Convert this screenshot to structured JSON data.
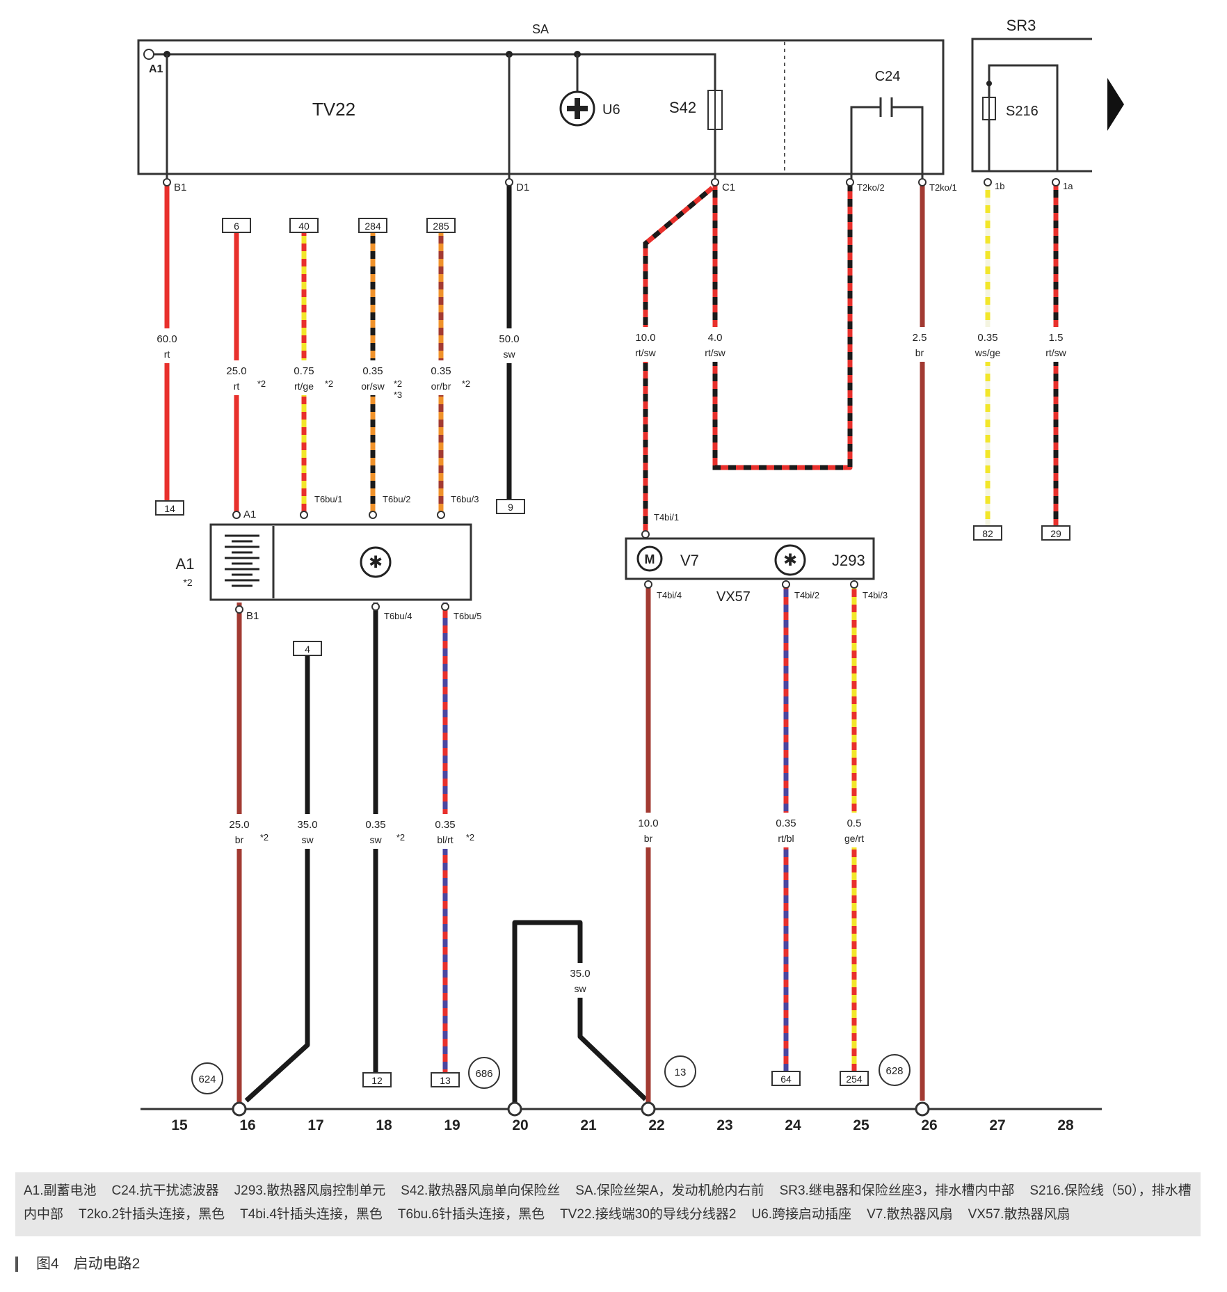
{
  "blocks": {
    "sa": "SA",
    "sr3": "SR3",
    "tv22": "TV22",
    "u6": "U6",
    "s42": "S42",
    "c24": "C24",
    "s216": "S216",
    "a1_corner": "A1",
    "a1_component": "A1",
    "a1_note": "*2",
    "v7": "V7",
    "j293": "J293",
    "vx57": "VX57"
  },
  "pins": {
    "b1_top": "B1",
    "d1": "D1",
    "c1": "C1",
    "t2ko2": "T2ko/2",
    "t2ko1": "T2ko/1",
    "p1b": "1b",
    "p1a": "1a",
    "a1_pin": "A1",
    "b1_pin": "B1",
    "t6bu1": "T6bu/1",
    "t6bu2": "T6bu/2",
    "t6bu3": "T6bu/3",
    "t6bu4": "T6bu/4",
    "t6bu5": "T6bu/5",
    "t4bi1": "T4bi/1",
    "t4bi4": "T4bi/4",
    "t4bi2": "T4bi/2",
    "t4bi3": "T4bi/3"
  },
  "wires": [
    {
      "size": "60.0",
      "color": "rt"
    },
    {
      "size": "25.0",
      "color": "rt",
      "note": "*2"
    },
    {
      "size": "0.75",
      "color": "rt/ge",
      "note": "*2"
    },
    {
      "size": "0.35",
      "color": "or/sw",
      "note": "*2 *3"
    },
    {
      "size": "0.35",
      "color": "or/br",
      "note": "*2"
    },
    {
      "size": "50.0",
      "color": "sw"
    },
    {
      "size": "10.0",
      "color": "rt/sw"
    },
    {
      "size": "4.0",
      "color": "rt/sw"
    },
    {
      "size": "2.5",
      "color": "br"
    },
    {
      "size": "0.35",
      "color": "ws/ge"
    },
    {
      "size": "1.5",
      "color": "rt/sw"
    },
    {
      "size": "25.0",
      "color": "br",
      "note": "*2"
    },
    {
      "size": "35.0",
      "color": "sw"
    },
    {
      "size": "0.35",
      "color": "sw",
      "note": "*2"
    },
    {
      "size": "0.35",
      "color": "bl/rt",
      "note": "*2"
    },
    {
      "size": "35.0",
      "color": "sw"
    },
    {
      "size": "10.0",
      "color": "br"
    },
    {
      "size": "0.35",
      "color": "rt/bl"
    },
    {
      "size": "0.5",
      "color": "ge/rt"
    }
  ],
  "refs_top": [
    "6",
    "40",
    "284",
    "285"
  ],
  "refs_bottom": [
    "14",
    "9",
    "82",
    "29",
    "4",
    "12",
    "13",
    "64",
    "254"
  ],
  "ground_points": [
    "624",
    "686",
    "13",
    "628"
  ],
  "columns": [
    "15",
    "16",
    "17",
    "18",
    "19",
    "20",
    "21",
    "22",
    "23",
    "24",
    "25",
    "26",
    "27",
    "28"
  ],
  "legend": [
    "A1.副蓄电池",
    "C24.抗干扰滤波器",
    "J293.散热器风扇控制单元",
    "S42.散热器风扇单向保险丝",
    "SA.保险丝架A，发动机舱内右前",
    "SR3.继电器和保险丝座3，排水槽内中部",
    "S216.保险线（50），排水槽内中部",
    "T2ko.2针插头连接，黑色",
    "T4bi.4针插头连接，黑色",
    "T6bu.6针插头连接，黑色",
    "TV22.接线端30的导线分线器2",
    "U6.跨接启动插座",
    "V7.散热器风扇",
    "VX57.散热器风扇"
  ],
  "caption": "图4　启动电路2",
  "colors": {
    "rt": "#e8302c",
    "sw": "#1a1a1a",
    "br": "#a23a32",
    "ge": "#f2e62a",
    "or": "#f0922a",
    "ws": "#f4f4e0",
    "bl": "#4a46a0",
    "line": "#333333"
  }
}
